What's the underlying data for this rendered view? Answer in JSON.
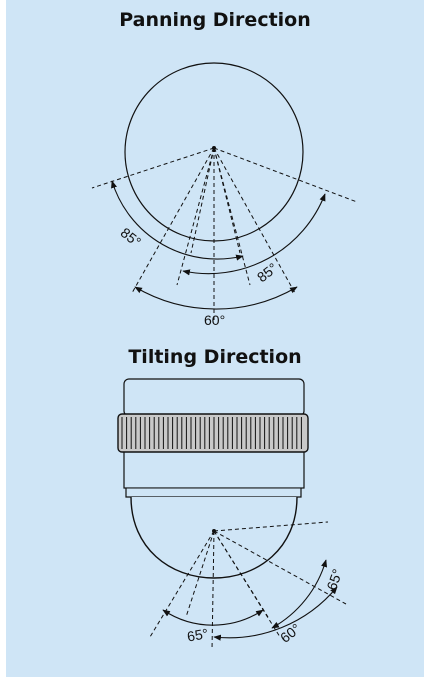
{
  "panning": {
    "title": "Panning Direction",
    "labels": {
      "left_angle": "85°",
      "right_angle": "85°",
      "bottom_angle": "60°"
    }
  },
  "tilting": {
    "title": "Tilting Direction",
    "labels": {
      "bottom_angle": "65°",
      "right_angle": "65°",
      "lower_right_angle": "60°"
    }
  },
  "colors": {
    "background": "#cfe5f6",
    "line": "#111111"
  }
}
